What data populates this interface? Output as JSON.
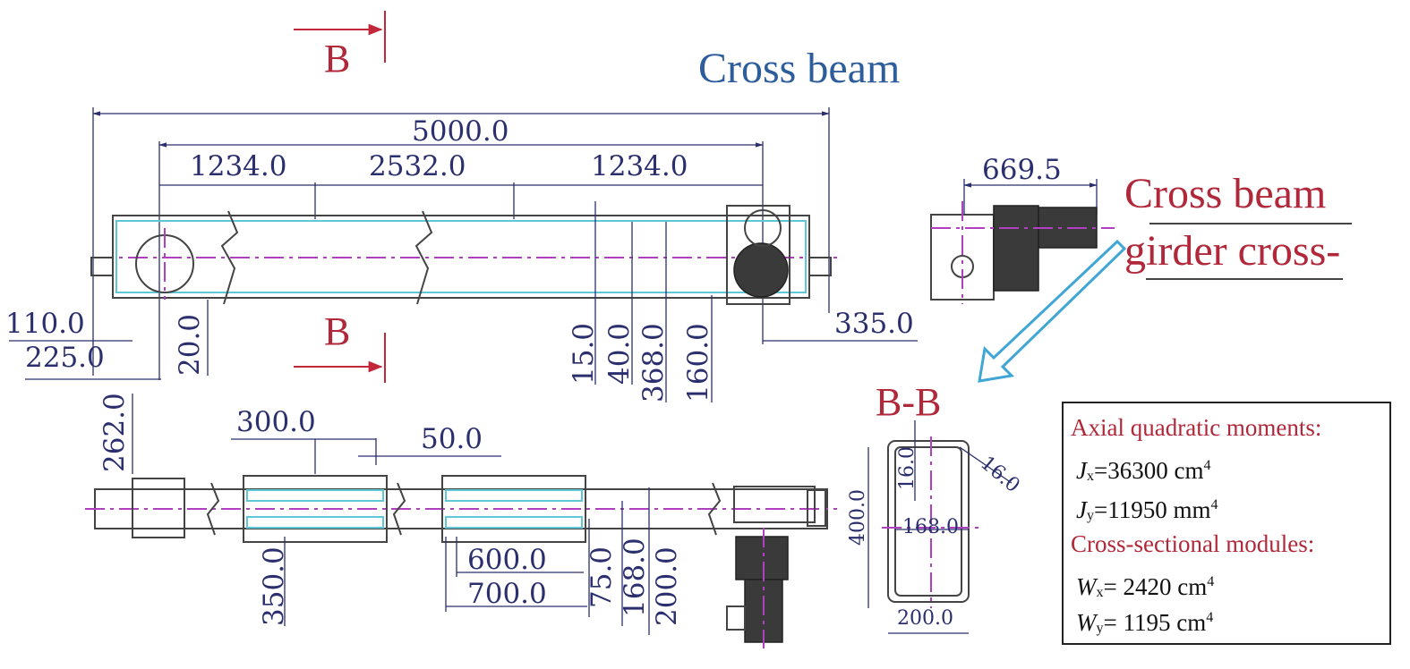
{
  "titles": {
    "cross_beam": "Cross beam",
    "girder_line1": "Cross beam",
    "girder_line2": "girder cross-",
    "section_b_top": "B",
    "section_b_bottom": "B",
    "section_bb": "B-B"
  },
  "dimensions": {
    "top_view": {
      "overall": "5000.0",
      "left_span": "1234.0",
      "middle_span": "2532.0",
      "right_span": "1234.0",
      "left_offset_1": "110.0",
      "left_offset_2": "225.0",
      "bottom_gap": "20.0",
      "right_offset": "335.0",
      "h1": "15.0",
      "h2": "40.0",
      "h3": "368.0",
      "h4": "160.0"
    },
    "end_view": {
      "width": "669.5"
    },
    "plan_view": {
      "left_height": "262.0",
      "plate_width": "300.0",
      "gap": "50.0",
      "plate_height": "350.0",
      "lower_1": "600.0",
      "lower_2": "700.0",
      "v1": "75.0",
      "v2": "168.0",
      "v3": "200.0"
    },
    "section_bb": {
      "height": "400.0",
      "top_plate": "16.0",
      "web": "16.0",
      "inner_width": "168.0",
      "outer_width": "200.0"
    }
  },
  "properties": {
    "axial_header": "Axial quadratic moments:",
    "jx_symbol": "J",
    "jx_sub": "x",
    "jx_value": "=36300 cm",
    "jx_sup": "4",
    "jy_symbol": "J",
    "jy_sub": "y",
    "jy_value": "=11950 mm",
    "jy_sup": "4",
    "modules_header": "Cross-sectional modules:",
    "wx_symbol": "W",
    "wx_sub": "x",
    "wx_value": "= 2420 cm",
    "wx_sup": "4",
    "wy_symbol": "W",
    "wy_sub": "y",
    "wy_value": "= 1195 cm",
    "wy_sup": "4"
  },
  "colors": {
    "dimension": "#2b2f6e",
    "title_blue": "#2e5d9c",
    "title_red": "#b0283a",
    "centerline": "#b040c0",
    "weld": "#5fc8d6",
    "arrow": "#3fa6d6"
  }
}
